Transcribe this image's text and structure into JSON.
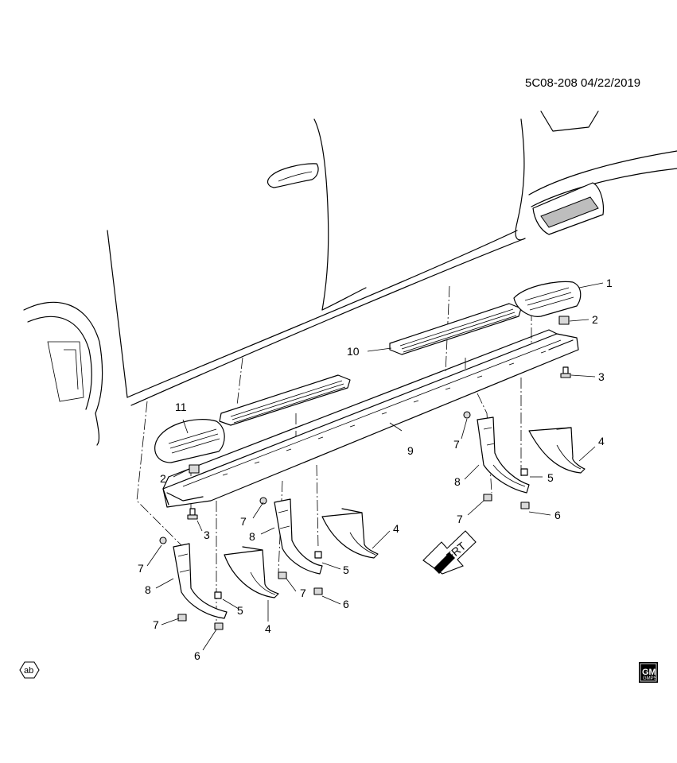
{
  "document_id": "5C08-208  04/22/2019",
  "direction_label": "FRT",
  "badge_ab": "ab",
  "logo": {
    "text": "GM",
    "subtext": "GMPS"
  },
  "callouts": [
    "1",
    "2",
    "3",
    "10",
    "11",
    "2",
    "3",
    "9",
    "7",
    "8",
    "5",
    "4",
    "6",
    "7",
    "7",
    "8",
    "4",
    "5",
    "7",
    "6",
    "7",
    "8",
    "5",
    "4",
    "7",
    "6"
  ]
}
